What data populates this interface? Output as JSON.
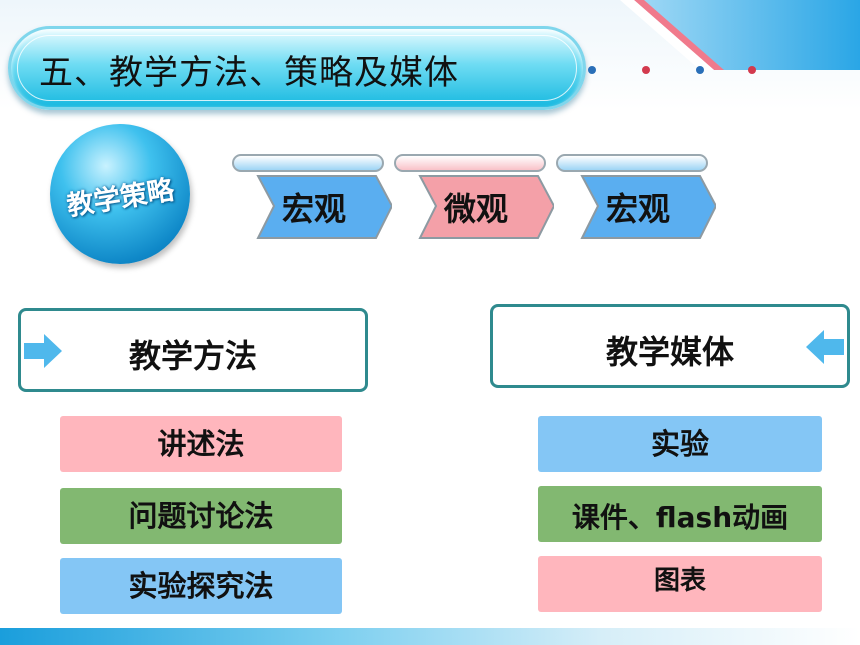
{
  "title": "五、教学方法、策略及媒体",
  "strategy": {
    "label": "教学策略",
    "tags": [
      {
        "label": "宏观",
        "color": "#5aaef0"
      },
      {
        "label": "微观",
        "color": "#f4a0a8"
      },
      {
        "label": "宏观",
        "color": "#5aaef0"
      }
    ]
  },
  "methods": {
    "heading": "教学方法",
    "items": [
      {
        "label": "讲述法",
        "color": "#ffb6bd"
      },
      {
        "label": "问题讨论法",
        "color": "#82b871"
      },
      {
        "label": "实验探究法",
        "color": "#84c6f5"
      }
    ]
  },
  "media": {
    "heading": "教学媒体",
    "items": [
      {
        "label": "实验",
        "color": "#84c6f5"
      },
      {
        "label": "课件、flash动画",
        "color": "#82b871"
      },
      {
        "label": "图表",
        "color": "#ffb6bd"
      }
    ]
  },
  "colors": {
    "accent_blue": "#18b9e0",
    "box_border": "#2f8a8e",
    "arrow_blue": "#4fb8ec"
  }
}
